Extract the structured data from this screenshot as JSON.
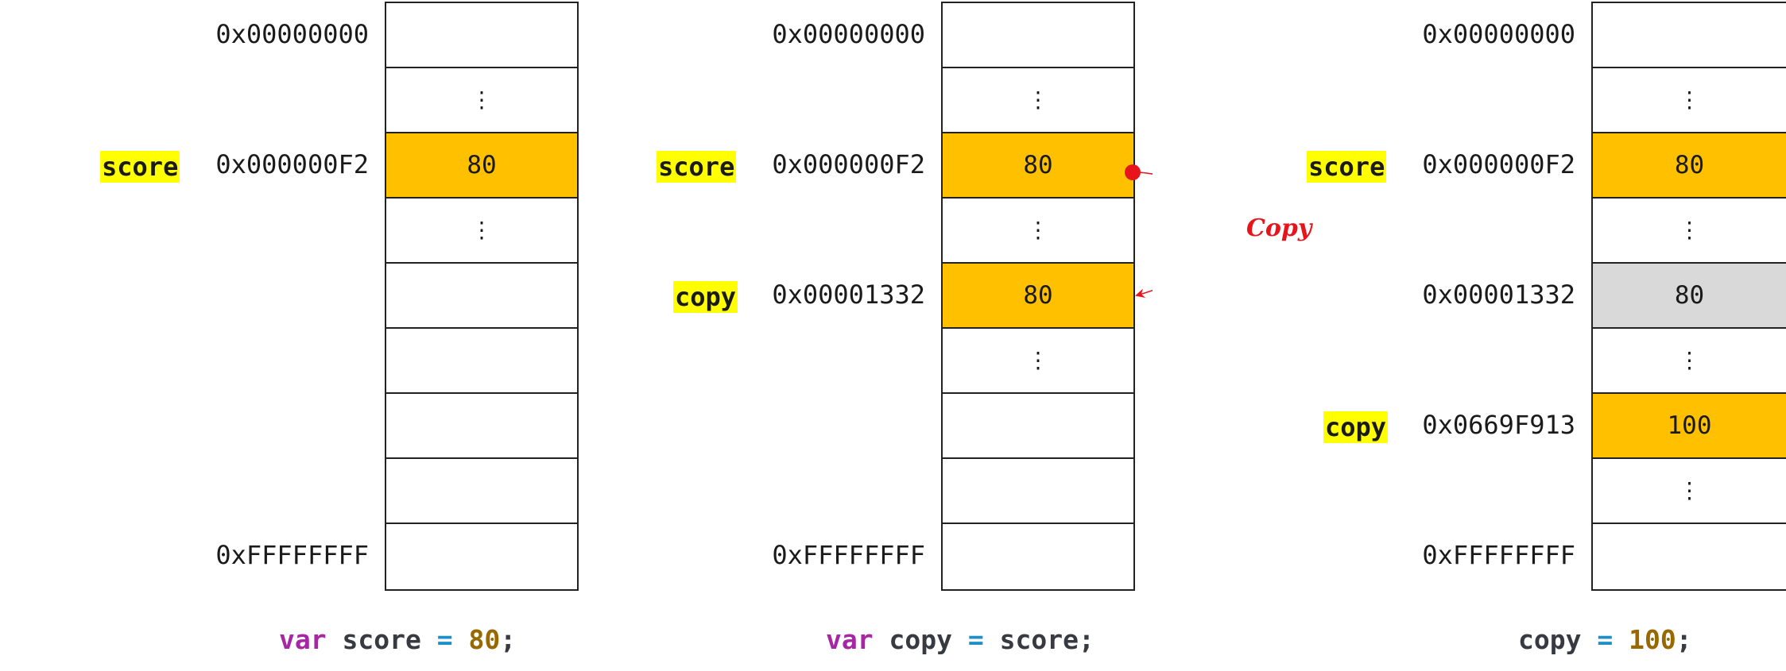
{
  "panels": [
    {
      "addresses": {
        "top": "0x00000000",
        "score": "0x000000F2",
        "bottom": "0xFFFFFFFF"
      },
      "labels": {
        "score": "score"
      },
      "cells": [
        "",
        "⋮",
        "80",
        "⋮",
        "",
        "",
        "",
        "",
        ""
      ],
      "code": {
        "kw": "var",
        "name": "score",
        "op": "=",
        "value": "80",
        "end": ";"
      }
    },
    {
      "addresses": {
        "top": "0x00000000",
        "score": "0x000000F2",
        "copy": "0x00001332",
        "bottom": "0xFFFFFFFF"
      },
      "labels": {
        "score": "score",
        "copy": "copy"
      },
      "cells": [
        "",
        "⋮",
        "80",
        "⋮",
        "80",
        "⋮",
        "",
        "",
        ""
      ],
      "arrow_label": "Copy",
      "code": {
        "kw": "var",
        "name": "copy",
        "op": "=",
        "value": "score",
        "end": ";"
      }
    },
    {
      "addresses": {
        "top": "0x00000000",
        "score": "0x000000F2",
        "old": "0x00001332",
        "copy": "0x0669F913",
        "bottom": "0xFFFFFFFF"
      },
      "labels": {
        "score": "score",
        "copy": "copy"
      },
      "cells": [
        "",
        "⋮",
        "80",
        "⋮",
        "80",
        "⋮",
        "100",
        "⋮",
        ""
      ],
      "code": {
        "name": "copy",
        "op": "=",
        "value": "100",
        "end": ";"
      }
    }
  ],
  "colors": {
    "highlight": "#ffc000",
    "stale": "#d9d9d9",
    "var_label": "#ffff00",
    "arrow": "#e8141c"
  }
}
